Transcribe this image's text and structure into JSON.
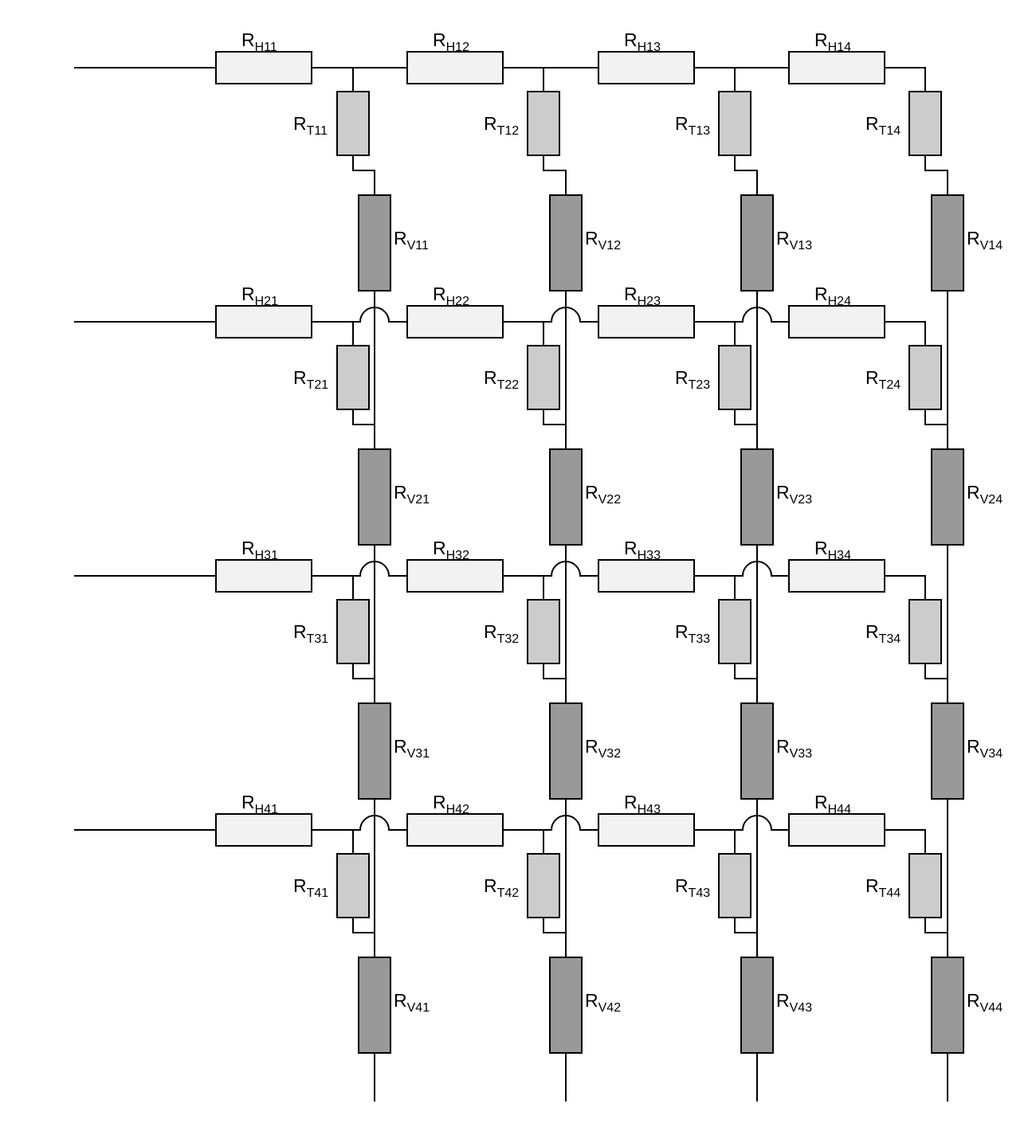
{
  "diagram": {
    "rows": 4,
    "columns": 4,
    "colors": {
      "horizontal_fill": "#f2f2f2",
      "tap_fill": "#cccccc",
      "vertical_fill": "#999999",
      "stroke": "#000000",
      "background": "#ffffff"
    },
    "labels": {
      "horizontal": [
        [
          "R_H11",
          "R_H12",
          "R_H13",
          "R_H14"
        ],
        [
          "R_H21",
          "R_H22",
          "R_H23",
          "R_H24"
        ],
        [
          "R_H31",
          "R_H32",
          "R_H33",
          "R_H34"
        ],
        [
          "R_H41",
          "R_H42",
          "R_H43",
          "R_H44"
        ]
      ],
      "tap": [
        [
          "R_T11",
          "R_T12",
          "R_T13",
          "R_T14"
        ],
        [
          "R_T21",
          "R_T22",
          "R_T23",
          "R_T24"
        ],
        [
          "R_T31",
          "R_T32",
          "R_T33",
          "R_T34"
        ],
        [
          "R_T41",
          "R_T42",
          "R_T43",
          "R_T44"
        ]
      ],
      "vertical": [
        [
          "R_V11",
          "R_V12",
          "R_V13",
          "R_V14"
        ],
        [
          "R_V21",
          "R_V22",
          "R_V23",
          "R_V24"
        ],
        [
          "R_V31",
          "R_V32",
          "R_V33",
          "R_V34"
        ],
        [
          "R_V41",
          "R_V42",
          "R_V43",
          "R_V44"
        ]
      ]
    }
  }
}
